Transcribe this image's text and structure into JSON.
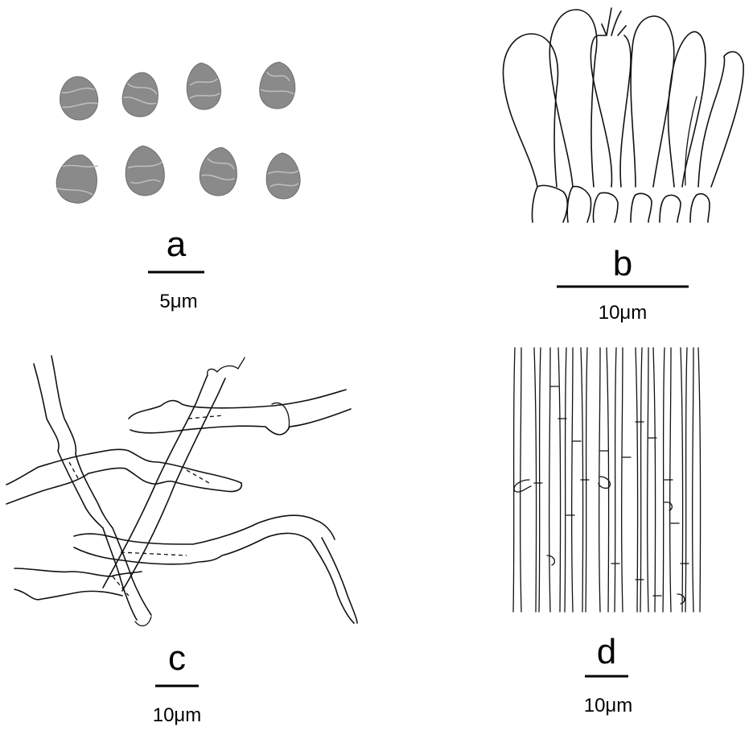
{
  "panels": [
    {
      "id": "a",
      "letter": "a",
      "scale_label": "5μm",
      "content": "basidiospores"
    },
    {
      "id": "b",
      "letter": "b",
      "scale_label": "10μm",
      "content": "basidia and basidioles"
    },
    {
      "id": "c",
      "letter": "c",
      "scale_label": "10μm",
      "content": "hyphae"
    },
    {
      "id": "d",
      "letter": "d",
      "scale_label": "10μm",
      "content": "parallel hyphae"
    }
  ],
  "colors": {
    "line": "#111111",
    "spore_fill": "#8a8a8a",
    "spore_ridge": "#bdbdbd",
    "background": "#ffffff"
  }
}
